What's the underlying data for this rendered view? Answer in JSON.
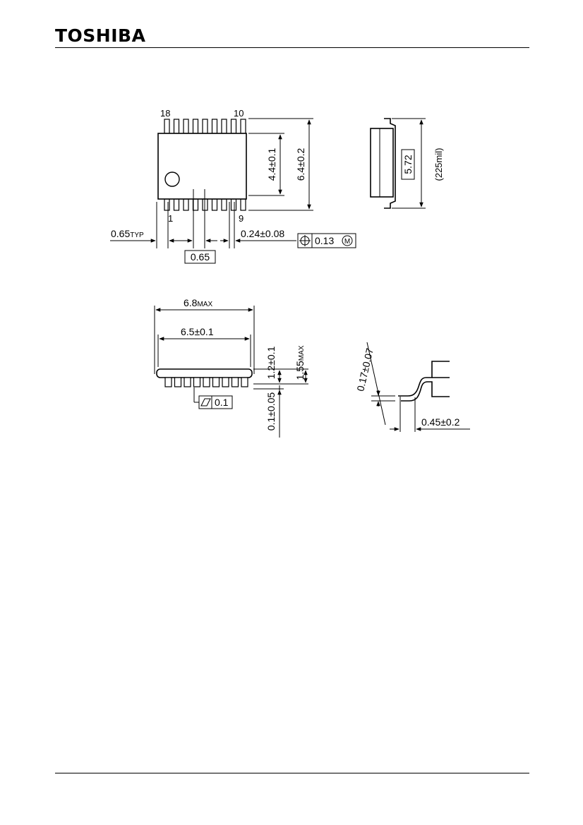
{
  "header": {
    "brand": "TOSHIBA"
  },
  "top_view": {
    "pin_top_left": "18",
    "pin_top_right": "10",
    "pin_bottom_left": "1",
    "pin_bottom_right": "9",
    "dim_body_width": "4.4±0.1",
    "dim_total_width": "6.4±0.2",
    "dim_pitch_typ_value": "0.65",
    "dim_pitch_typ_suffix": "TYP",
    "dim_pitch_basic": "0.65",
    "dim_lead_width": "0.24±0.08",
    "position_tolerance": "0.13",
    "mmc_modifier": "M"
  },
  "side_view": {
    "dim_lead_span_basic": "5.72",
    "dim_lead_span_mil": "(225mil)"
  },
  "front_view": {
    "dim_length_max_value": "6.8",
    "dim_length_max_suffix": "MAX",
    "dim_body_length": "6.5±0.1",
    "dim_body_height": "1.2±0.1",
    "dim_total_height_value": "1.55",
    "dim_total_height_suffix": "MAX",
    "dim_standoff": "0.1±0.05",
    "flatness_tolerance": "0.1"
  },
  "detail_view": {
    "dim_lead_thickness": "0.17±0.07",
    "dim_foot_length": "0.45±0.2"
  }
}
